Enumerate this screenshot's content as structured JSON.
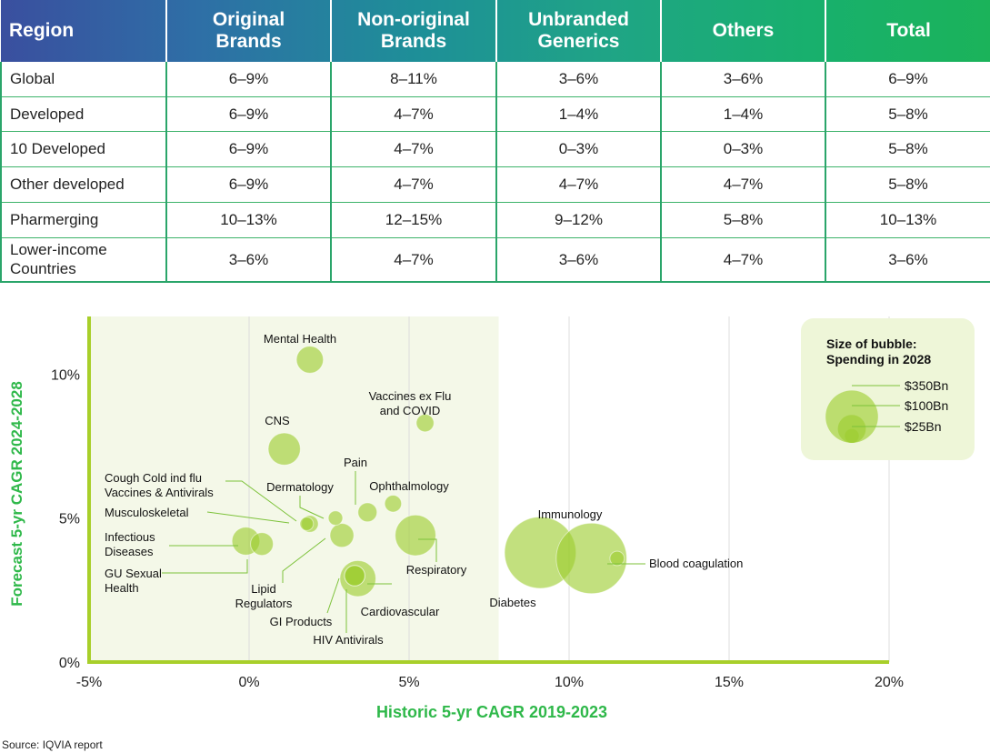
{
  "table": {
    "headers": [
      [
        "Region"
      ],
      [
        "Original",
        "Brands"
      ],
      [
        "Non-original",
        "Brands"
      ],
      [
        "Unbranded",
        "Generics"
      ],
      [
        "Others"
      ],
      [
        "Total"
      ]
    ],
    "rows": [
      {
        "region": [
          "Global"
        ],
        "values": [
          "6–9%",
          "8–11%",
          "3–6%",
          "3–6%",
          "6–9%"
        ]
      },
      {
        "region": [
          "Developed"
        ],
        "values": [
          "6–9%",
          "4–7%",
          "1–4%",
          "1–4%",
          "5–8%"
        ]
      },
      {
        "region": [
          "10 Developed"
        ],
        "values": [
          "6–9%",
          "4–7%",
          "0–3%",
          "0–3%",
          "5–8%"
        ]
      },
      {
        "region": [
          "Other developed"
        ],
        "values": [
          "6–9%",
          "4–7%",
          "4–7%",
          "4–7%",
          "5–8%"
        ]
      },
      {
        "region": [
          "Pharmerging"
        ],
        "values": [
          "10–13%",
          "12–15%",
          "9–12%",
          "5–8%",
          "10–13%"
        ]
      },
      {
        "region": [
          "Lower-income",
          "Countries"
        ],
        "values": [
          "3–6%",
          "4–7%",
          "3–6%",
          "4–7%",
          "3–6%"
        ]
      }
    ]
  },
  "chart_data": {
    "type": "scatter",
    "subtype": "bubble",
    "xlabel": "Historic 5-yr CAGR 2019-2023",
    "ylabel": "Forecast 5-yr CAGR 2024-2028",
    "xlim": [
      -5,
      20
    ],
    "ylim": [
      0,
      12
    ],
    "xticks": [
      "-5%",
      "0%",
      "5%",
      "10%",
      "15%",
      "20%"
    ],
    "yticks": [
      "0%",
      "5%",
      "10%"
    ],
    "legend": {
      "title": [
        "Size of bubble:",
        "Spending in 2028"
      ],
      "entries": [
        "$350Bn",
        "$100Bn",
        "$25Bn"
      ],
      "values": [
        350,
        100,
        25
      ],
      "placement": "top-right"
    },
    "points": [
      {
        "label": [
          "Mental Health"
        ],
        "x": 1.9,
        "y": 10.5,
        "size": 28
      },
      {
        "label": [
          "Vaccines ex Flu",
          "and COVID"
        ],
        "x": 5.5,
        "y": 8.3,
        "size": 12
      },
      {
        "label": [
          "CNS"
        ],
        "x": 1.1,
        "y": 7.4,
        "size": 40
      },
      {
        "label": [
          "Pain"
        ],
        "x": 3.7,
        "y": 5.2,
        "size": 14
      },
      {
        "label": [
          "Dermatology"
        ],
        "x": 2.7,
        "y": 5.0,
        "size": 8
      },
      {
        "label": [
          "Ophthalmology"
        ],
        "x": 4.5,
        "y": 5.5,
        "size": 11
      },
      {
        "label": [
          "Cough Cold ind flu",
          "Vaccines & Antivirals"
        ],
        "x": 1.8,
        "y": 4.8,
        "size": 7
      },
      {
        "label": [
          "Musculoskeletal"
        ],
        "x": 1.9,
        "y": 4.8,
        "size": 11
      },
      {
        "label": [
          "Infectious",
          "Diseases"
        ],
        "x": -0.1,
        "y": 4.2,
        "size": 30
      },
      {
        "label": [
          "GU Sexual",
          "Health"
        ],
        "x": 0.4,
        "y": 4.1,
        "size": 20
      },
      {
        "label": [
          "Lipid",
          "Regulators"
        ],
        "x": 2.9,
        "y": 4.4,
        "size": 22
      },
      {
        "label": [
          "Respiratory"
        ],
        "x": 5.2,
        "y": 4.4,
        "size": 64
      },
      {
        "label": [
          "Immunology"
        ],
        "x": 9.1,
        "y": 3.8,
        "size": 197
      },
      {
        "label": [
          "Diabetes"
        ],
        "x": 10.7,
        "y": 3.6,
        "size": 192
      },
      {
        "label": [
          "Blood coagulation"
        ],
        "x": 11.5,
        "y": 3.6,
        "size": 8
      },
      {
        "label": [
          "Cardiovascular"
        ],
        "x": 3.4,
        "y": 2.9,
        "size": 50
      },
      {
        "label": [
          "GI Products"
        ],
        "x": 3.3,
        "y": 3.0,
        "size": 16
      },
      {
        "label": [
          "HIV Antivirals"
        ],
        "x": 3.3,
        "y": 3.0,
        "size": 16
      }
    ]
  },
  "colors": {
    "bubble": "#9ccd2e",
    "axis": "#a8cf2a",
    "plot_bg": "#f4f8e8",
    "legend_bg": "#eef6d8",
    "title_green": "#2fb84a",
    "leader": "#7dc23a"
  },
  "source": "Source: IQVIA report"
}
